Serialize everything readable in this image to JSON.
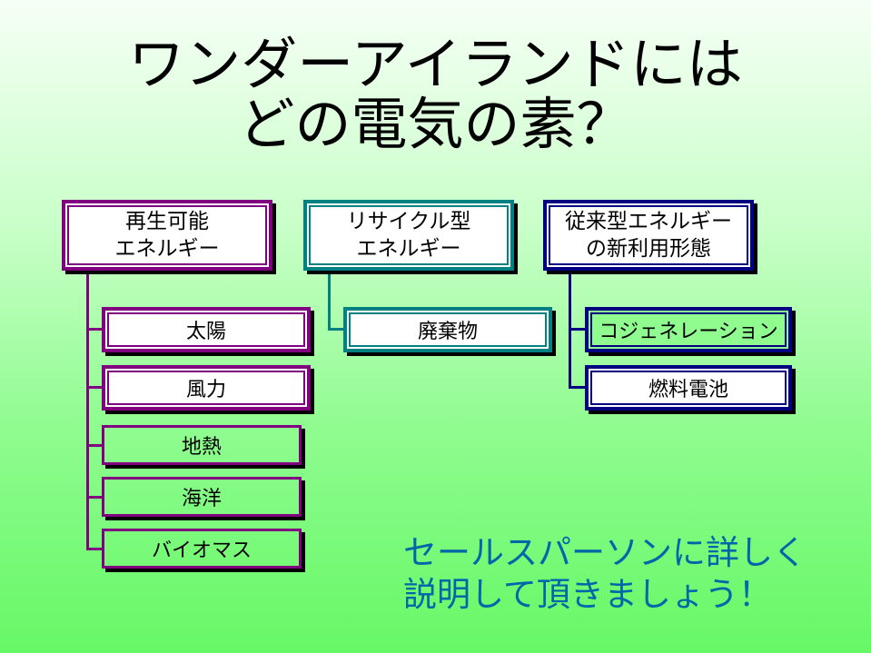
{
  "title": {
    "line1": "ワンダーアイランドには",
    "line2": "どの電気の素？"
  },
  "colors": {
    "renewable": "#800080",
    "recycle": "#008080",
    "conventional": "#000080",
    "note": "#0066aa"
  },
  "categories": [
    {
      "line1": "再生可能",
      "line2": "エネルギー",
      "items": [
        "太陽",
        "風力",
        "地熱",
        "海洋",
        "バイオマス"
      ]
    },
    {
      "line1": "リサイクル型",
      "line2": "エネルギー",
      "items": [
        "廃棄物"
      ]
    },
    {
      "line1": "従来型エネルギー",
      "line2": "の新利用形態",
      "items": [
        "コジェネレーション",
        "燃料電池"
      ]
    }
  ],
  "note": {
    "line1": "セールスパーソンに詳しく",
    "line2": "説明して頂きましょう！"
  }
}
